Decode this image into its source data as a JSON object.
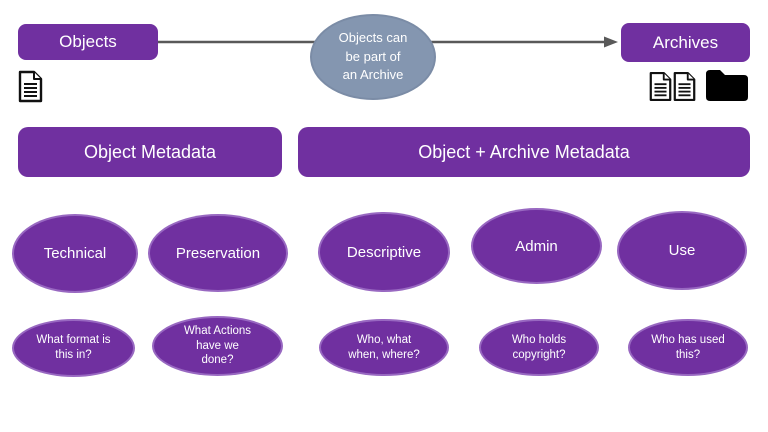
{
  "colors": {
    "purple": "#7030A0",
    "blue_gray": "#8496B0",
    "blue_gray_border": "#7b8ca6",
    "arrow": "#595959",
    "text": "#ffffff"
  },
  "top": {
    "objects_label": "Objects",
    "archives_label": "Archives",
    "connector_note": "Objects can\nbe part of\nan Archive",
    "icons": [
      "document-icon",
      "document-icon",
      "document-icon",
      "folder-icon"
    ]
  },
  "sections": [
    {
      "label": "Object Metadata"
    },
    {
      "label": "Object + Archive Metadata"
    }
  ],
  "categories": [
    {
      "label": "Technical",
      "question": "What format is\nthis in?"
    },
    {
      "label": "Preservation",
      "question": "What Actions\nhave we\ndone?"
    },
    {
      "label": "Descriptive",
      "question": "Who, what\nwhen, where?"
    },
    {
      "label": "Admin",
      "question": "Who holds\ncopyright?"
    },
    {
      "label": "Use",
      "question": "Who has used\nthis?"
    }
  ]
}
